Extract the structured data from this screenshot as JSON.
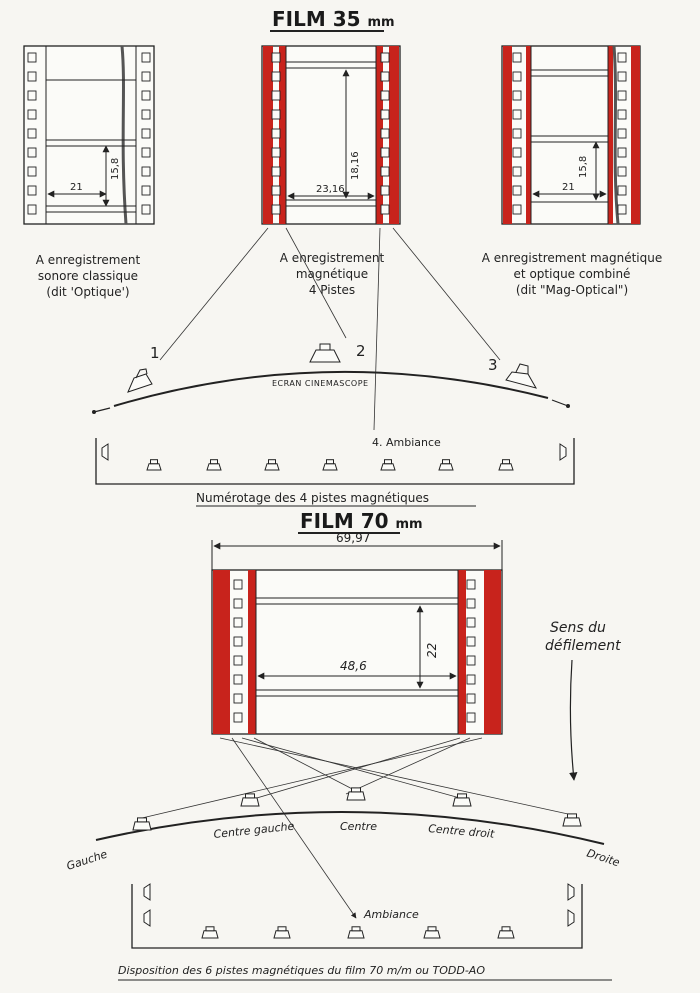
{
  "title35": "FILM 35",
  "title35_unit": "mm",
  "films35": [
    {
      "dims": [
        "21",
        "15,8"
      ],
      "caption": [
        "A enregistrement",
        "sonore classique",
        "(dit 'Optique')"
      ]
    },
    {
      "dims": [
        "23,16",
        "18,16"
      ],
      "caption": [
        "A enregistrement",
        "magnétique",
        "4 Pistes"
      ]
    },
    {
      "dims": [
        "21",
        "15,8"
      ],
      "caption": [
        "A enregistrement magnétique",
        "et optique combiné",
        "(dit \"Mag-Optical\")"
      ]
    }
  ],
  "tracks35": [
    "1",
    "2",
    "3"
  ],
  "screen35_label": "ECRAN CINEMASCOPE",
  "ambiance35": "4. Ambiance",
  "caption35": "Numérotage des 4 pistes magnétiques",
  "title70": "FILM 70",
  "title70_unit": "mm",
  "film70_dims": [
    "69,97",
    "48,6",
    "22"
  ],
  "direction": [
    "Sens du",
    "défilement"
  ],
  "speakers70": [
    "Gauche",
    "Centre gauche",
    "Centre",
    "Centre droit",
    "Droite"
  ],
  "ambiance70": "Ambiance",
  "caption70": "Disposition des 6 pistes magnétiques du film 70 m/m ou TODD-AO",
  "colors": {
    "magnetic": "#c8231c",
    "ink": "#222222",
    "paper": "#f7f6f2"
  }
}
